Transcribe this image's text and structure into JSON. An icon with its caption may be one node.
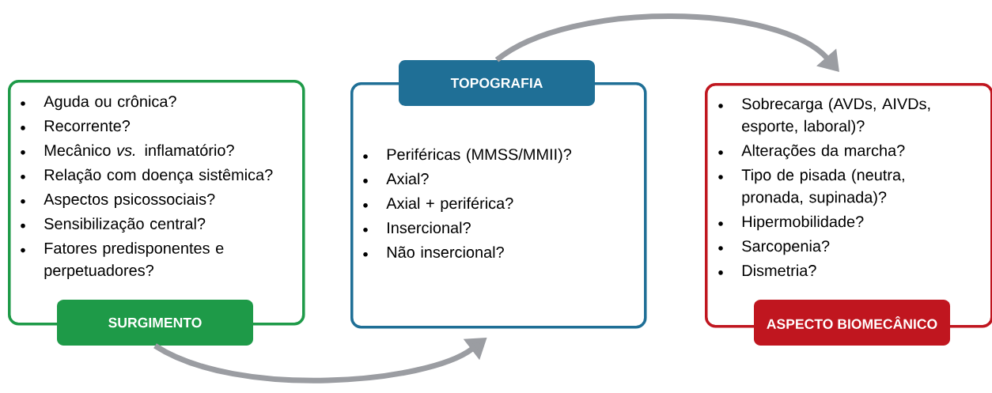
{
  "diagram": {
    "nodes": [
      {
        "text": [
          "Aguda ou crônica?",
          "Recorrente?",
          "Mecânico *vs.* inflamatório?",
          "Relação com doença sistêmica?",
          "Aspectos psicossociais?",
          "Sensibilização central?",
          "Fatores predisponentes e perpetuadores?",
          "SURGIMENTO"
        ]
      },
      {
        "text": [
          "TOPOGRAFIA",
          "Periféricas (MMSS/MMII)?",
          "Axial?",
          "Axial + periférica?",
          "Insercional?",
          "Não insercional?"
        ]
      },
      {
        "text": [
          "Sobrecarga (AVDs, AIVDs, esporte, laboral)?",
          "Alterações da marcha?",
          "Tipo de pisada (neutra, pronada, supinada)?",
          "Hipermobilidade?",
          "Sarcopenia?",
          "Dismetria?",
          "ASPECTO BIOMECÂNICO"
        ]
      }
    ],
    "edges": [
      {
        "from": 0,
        "to": 1,
        "arrow": "to"
      },
      {
        "from": 1,
        "to": 2,
        "arrow": "to"
      }
    ]
  }
}
